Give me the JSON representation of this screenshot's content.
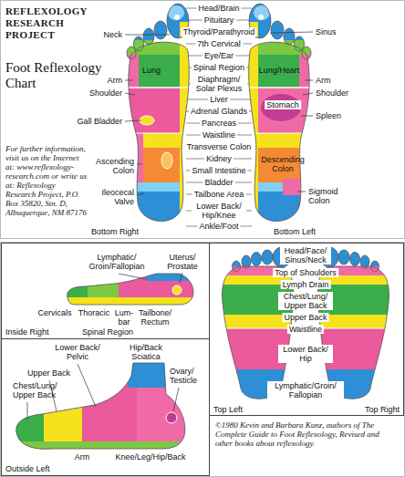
{
  "diagram": {
    "title": "Foot Reflexology Chart",
    "nodes": [
      {
        "text": [
          "Lymphatic/ Groin/Fallopian",
          "Uterus/ Prostate",
          "Cervicals",
          "Thoracic",
          "Lum- bar",
          "Tailbone/ Rectum",
          "Inside Right",
          "Spinal Region"
        ]
      },
      {
        "text": [
          "Lower Back/ Pelvic",
          "Hip/Back Sciatica",
          "Upper Back",
          "Ovary/ Testicle",
          "Chest/Lung/ Upper Back",
          "Arm",
          "Knee/Leg/Hip/Back",
          "Outside Left"
        ]
      },
      {
        "text": [
          "Head/Face/ Sinus/Neck",
          "Top of Shoulders",
          "Lymph Drain",
          "Chest/Lung/ Upper Back",
          "Upper Back",
          "Waistline",
          "Lower Back/ Hip",
          "Lymphatic/Groin/ Fallopian",
          "Top Left",
          "Top Right"
        ]
      }
    ],
    "labels": [
      "REFLEXOLOGY RESEARCH PROJECT",
      "Head/Brain",
      "Pituitary",
      "Neck",
      "Thyroid/Parathyroid",
      "Sinus",
      "7th Cervical",
      "Eye/Ear",
      "Lung",
      "Spinal Region",
      "Lung/Heart",
      "Arm",
      "Arm",
      "Diaphragm/ Solar Plexus",
      "Shoulder",
      "Shoulder",
      "Liver",
      "Stomach",
      "Adrenal Glands",
      "Spleen",
      "Gall Bladder",
      "Pancreas",
      "Waistline",
      "Transverse Colon",
      "Kidney",
      "Ascending Colon",
      "Descending Colon",
      "Small Intestine",
      "For further information, visit us on the Internet at: www.reflexology-research.com or write us at: Reflexology Research Project, P.O. Box 35820, Stn. D, Albuquerque, NM 87176",
      "Bladder",
      "Ileocecal Valve",
      "Sigmoid Colon",
      "Tailbone Area",
      "Lower Back/ Hip/Knee",
      "Ankle/Foot",
      "Bottom Right",
      "Bottom Left",
      "©1980 Kevin and Barbara Kunz, authors of The Complete Guide to Foot Reflexology, Revised and other books about reflexology."
    ]
  }
}
